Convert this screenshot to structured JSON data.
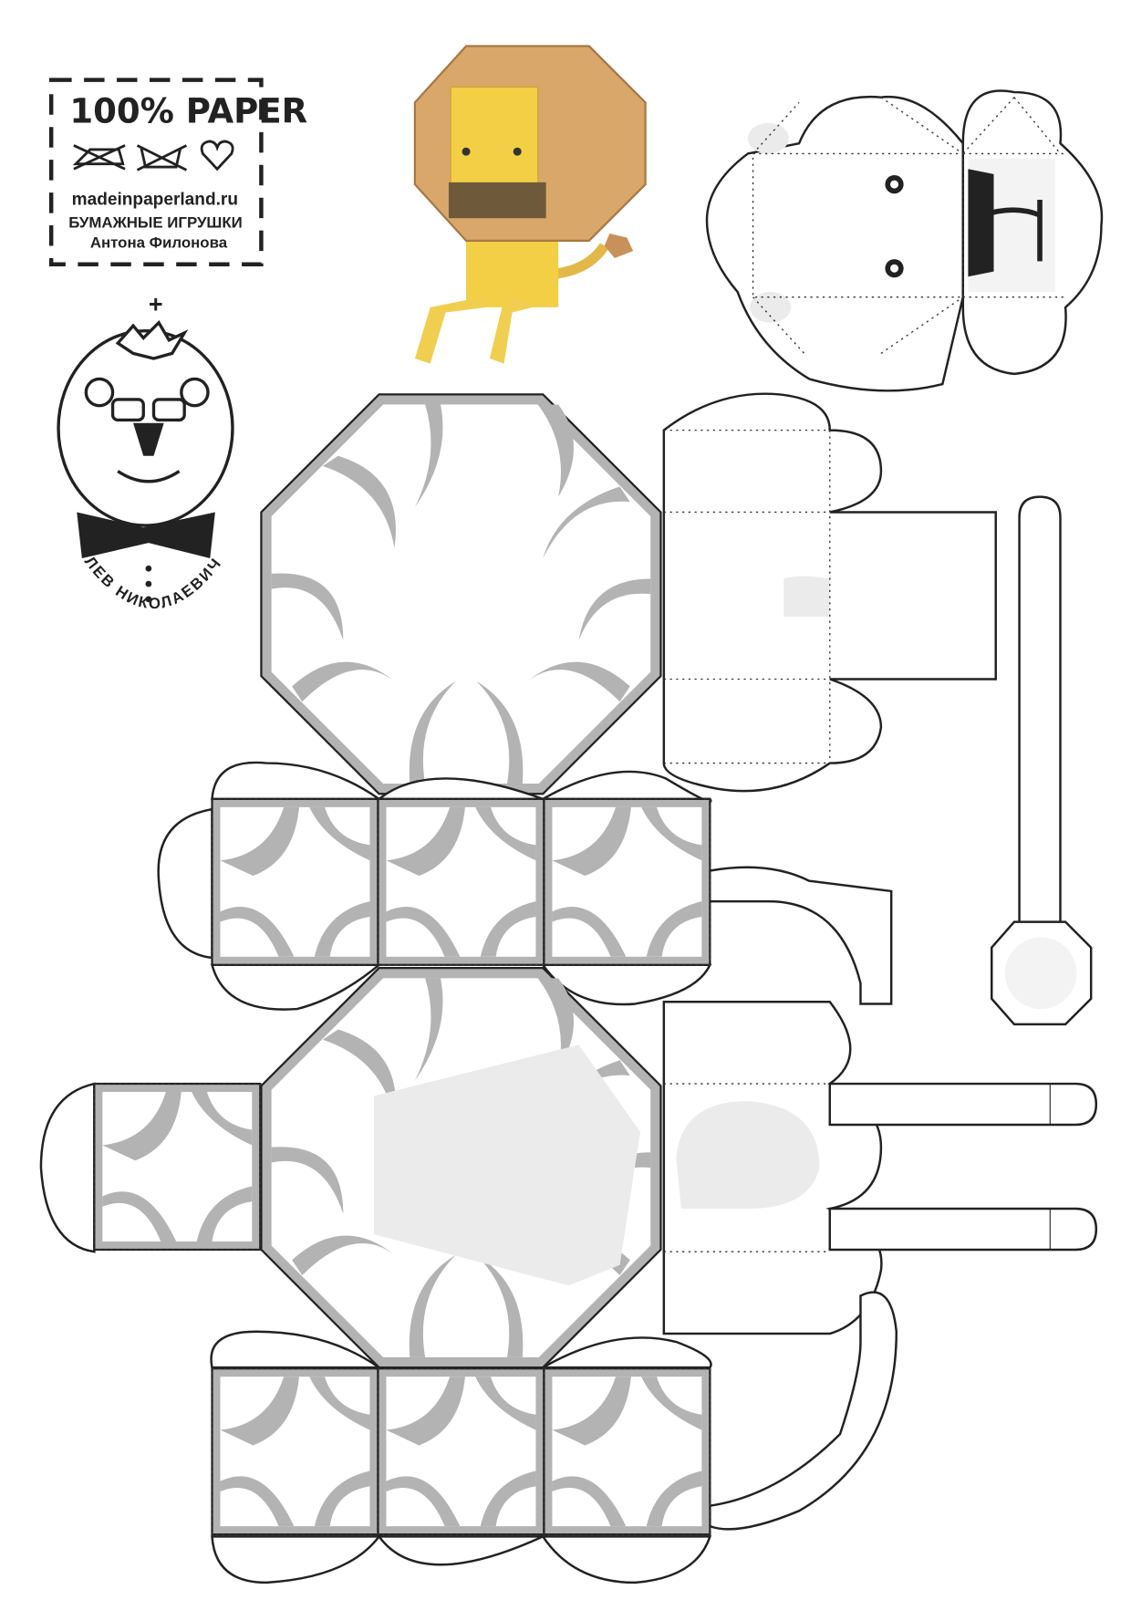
{
  "label": {
    "headline": "100% PAPER",
    "website": "madeinpaperland.ru",
    "line1": "БУМАЖНЫЕ ИГРУШКИ",
    "line2": "Антона Филонова",
    "icons": [
      "no-ironing-icon",
      "no-washing-icon",
      "heart-icon"
    ]
  },
  "plus_sign": "+",
  "mascot": {
    "name_arc": "ЛЕВ НИКОЛАЕВИЧ"
  },
  "colors": {
    "mane_grey": "#b3b3b3",
    "light_grey": "#ebebeb",
    "lion_yellow": "#f2cf45",
    "mane_tan": "#d9a76a",
    "outline": "#222222"
  }
}
